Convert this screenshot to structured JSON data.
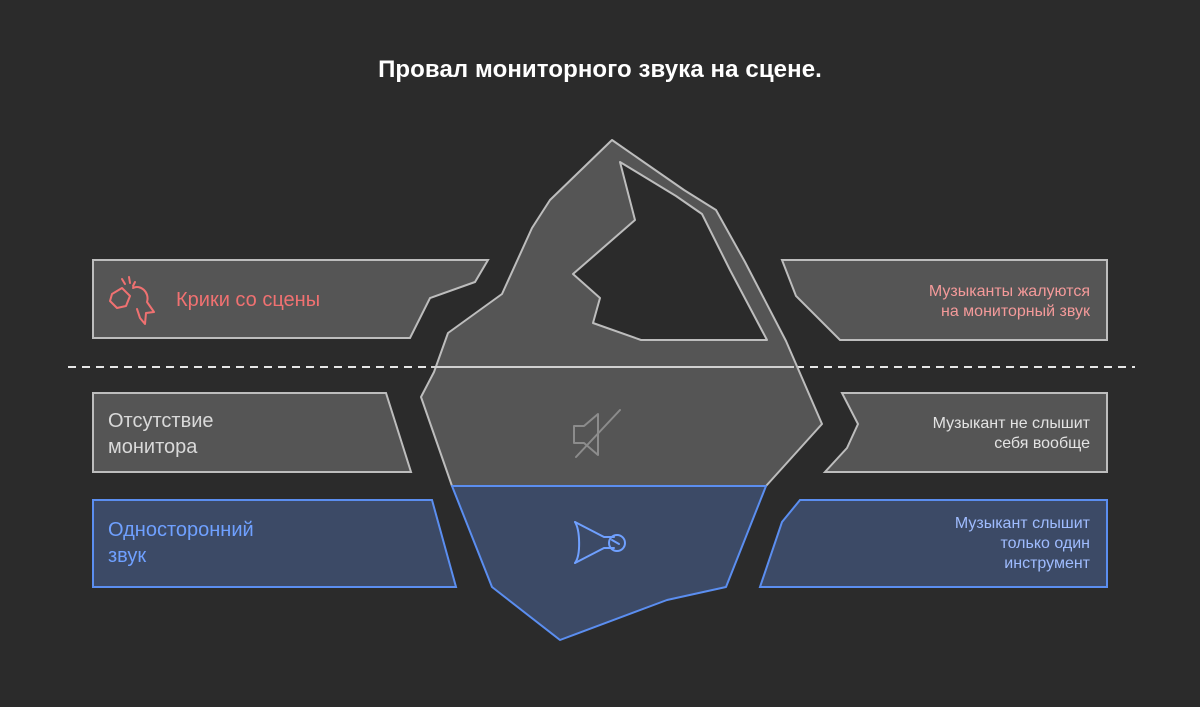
{
  "title": "Провал мониторного звука на сцене.",
  "colors": {
    "background": "#2b2b2b",
    "panel_gray": "#555555",
    "panel_blue": "#3c4a66",
    "stroke_gray": "#bdbdbd",
    "stroke_blue": "#5b8ef0",
    "red_text": "#f07171",
    "blue_text": "#6fa0ff"
  },
  "layers": [
    {
      "level": "above-water",
      "left_label": "Крики со сцены",
      "right_label_lines": [
        "Музыканты жалуются",
        "на мониторный звук"
      ],
      "center_icon": "shouting-people-icon"
    },
    {
      "level": "below-water-upper",
      "left_label_lines": [
        "Отсутствие",
        "монитора"
      ],
      "right_label_lines": [
        "Музыкант не слышит",
        "себя вообще"
      ],
      "center_icon": "muted-speaker-icon"
    },
    {
      "level": "below-water-deep",
      "left_label_lines": [
        "Односторонний",
        "звук"
      ],
      "right_label_lines": [
        "Музыкант слышит",
        "только один",
        "инструмент"
      ],
      "center_icon": "horn-speaker-icon"
    }
  ]
}
